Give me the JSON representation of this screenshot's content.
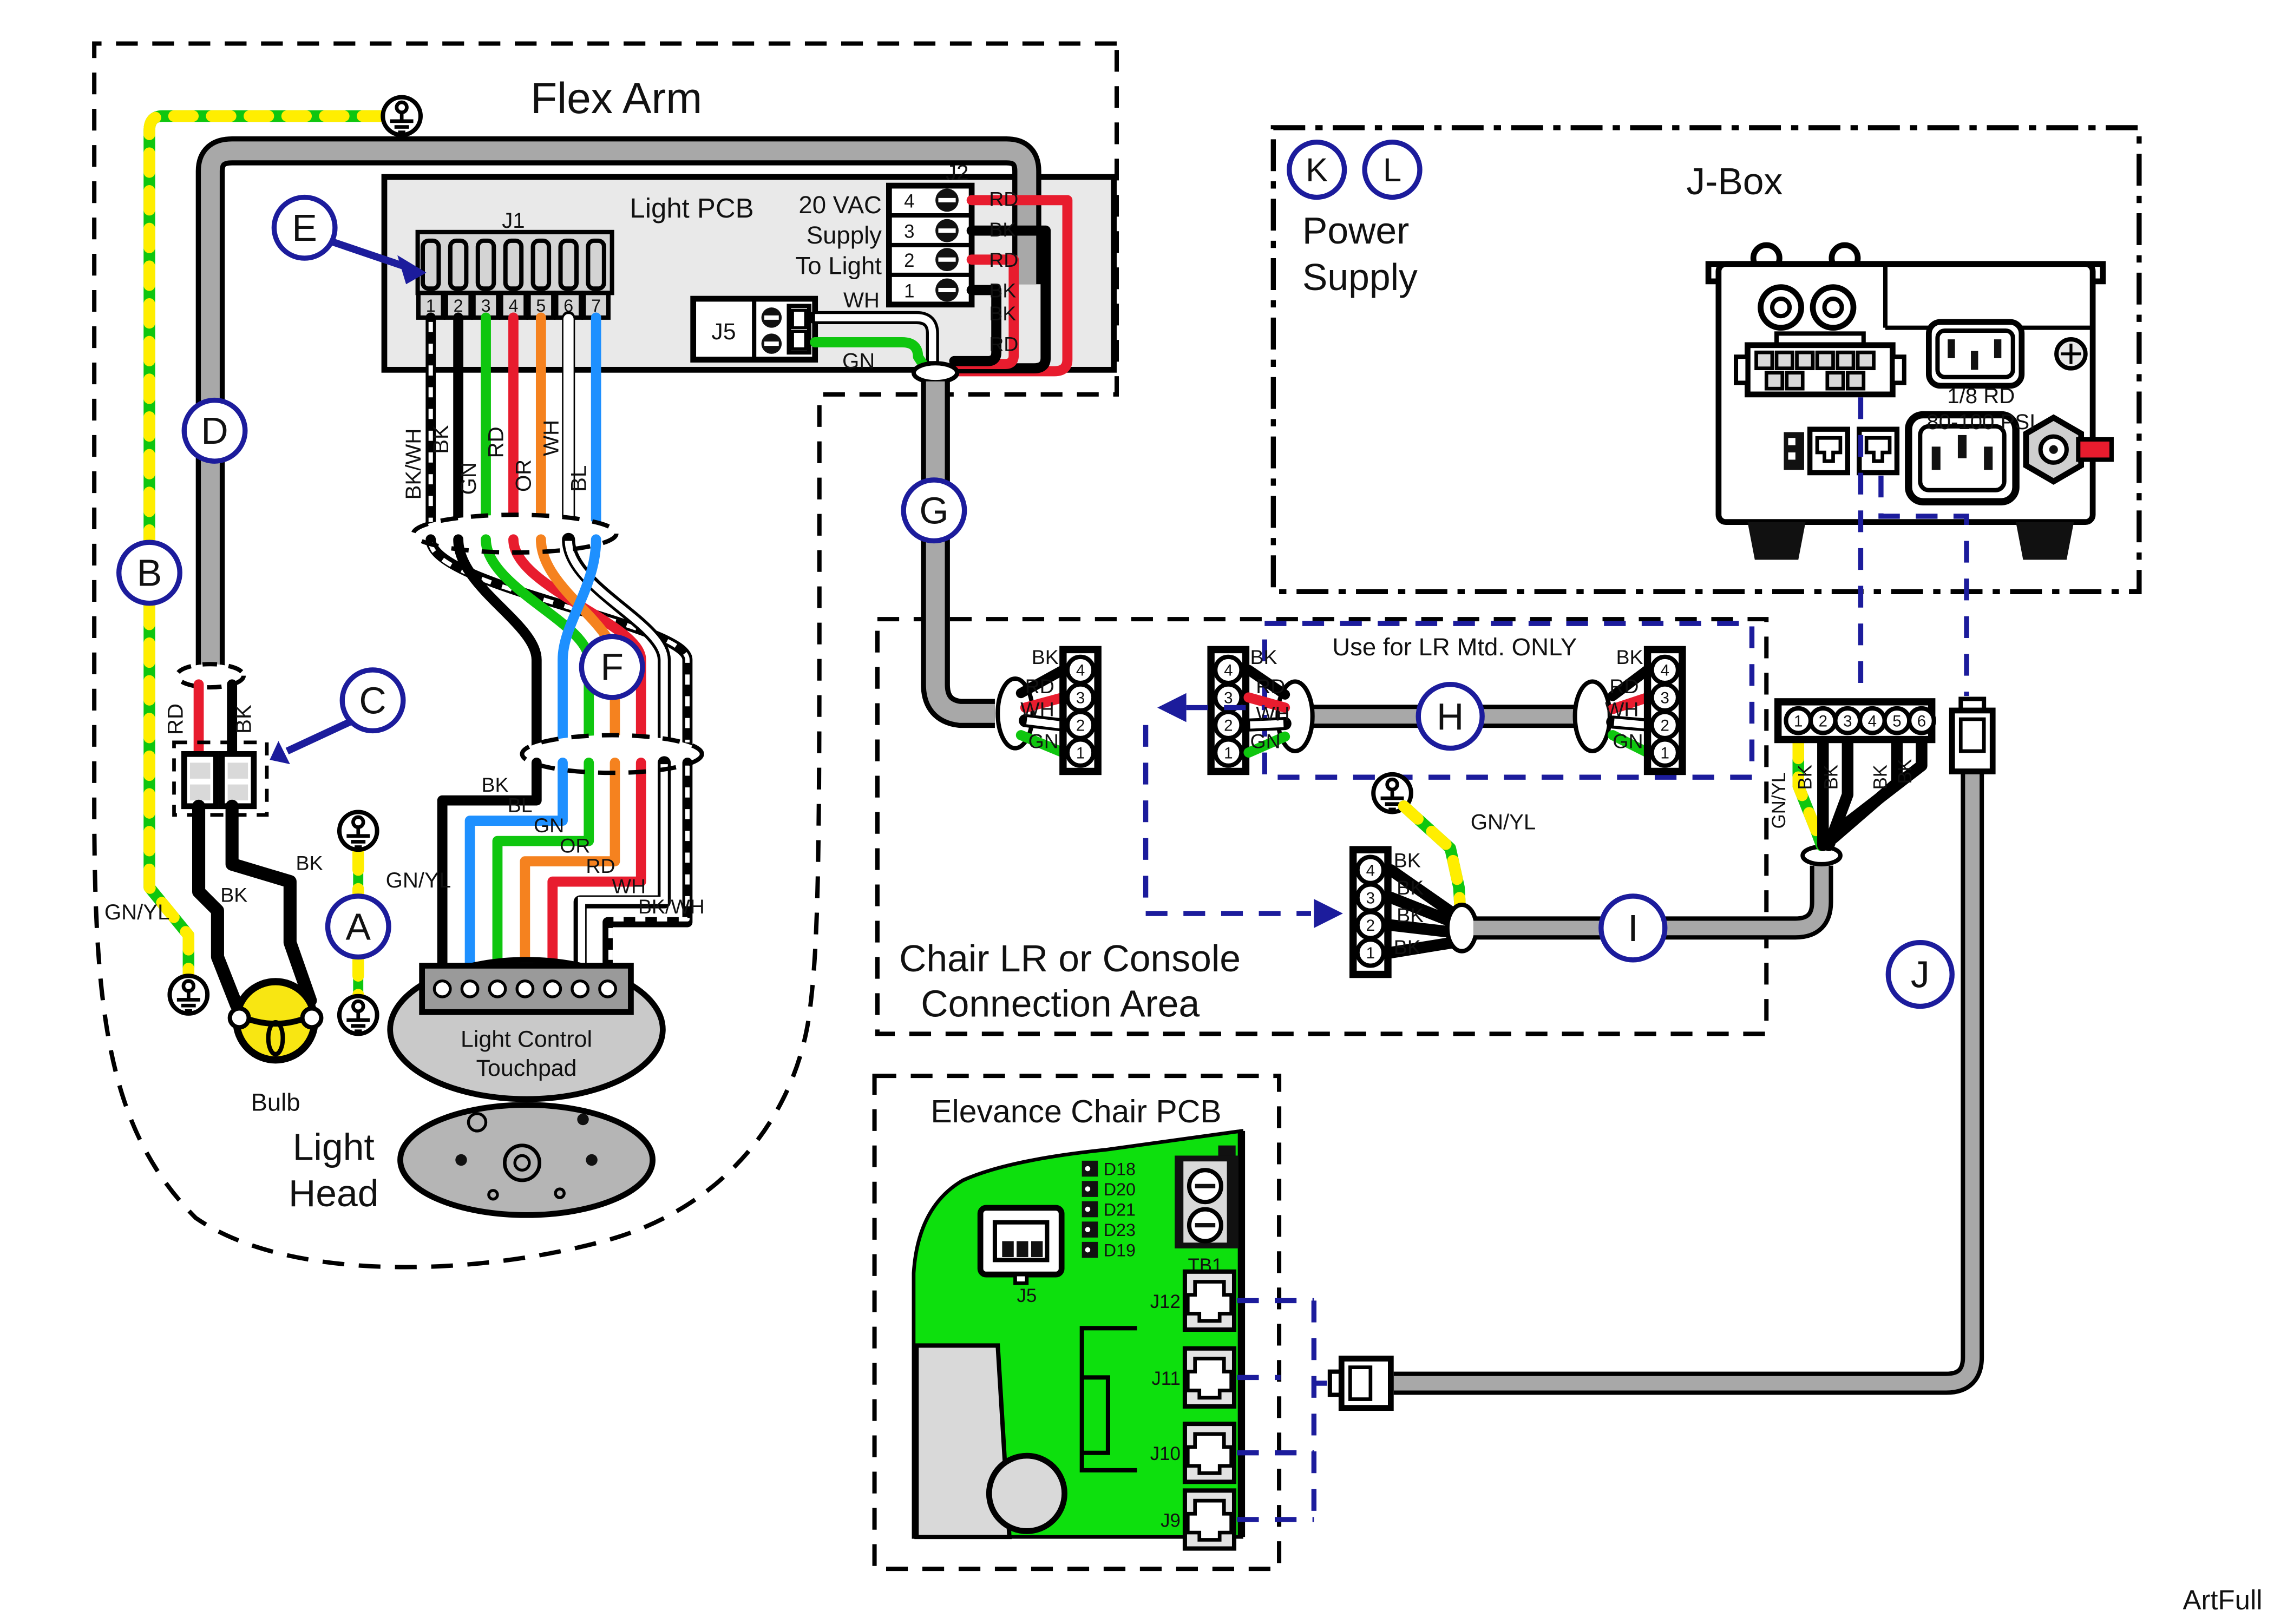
{
  "watermark": "ArtFull",
  "callouts": {
    "a": "A",
    "b": "B",
    "c": "C",
    "d": "D",
    "e": "E",
    "f": "F",
    "g": "G",
    "h": "H",
    "i": "I",
    "j": "J",
    "k": "K",
    "l": "L"
  },
  "flex_arm": {
    "title": "Flex Arm"
  },
  "light_pcb": {
    "title": "Light PCB",
    "supply_line1": "20 VAC",
    "supply_line2": "Supply",
    "supply_line3": "To Light",
    "j1": {
      "label": "J1",
      "pins": [
        "1",
        "2",
        "3",
        "4",
        "5",
        "6",
        "7"
      ],
      "wires": [
        "BK/WH",
        "BK",
        "GN",
        "RD",
        "OR",
        "WH",
        "BL"
      ]
    },
    "j2": {
      "label": "J2",
      "pins": [
        "4",
        "3",
        "2",
        "1"
      ],
      "wire_labels": [
        "RD",
        "BK",
        "RD",
        "BK",
        "BK",
        "RD"
      ]
    },
    "j5": {
      "label": "J5",
      "wire_wh": "WH",
      "wire_gn": "GN"
    }
  },
  "light_head": {
    "label_line1": "Light",
    "label_line2": "Head",
    "bulb": "Bulb",
    "bulb_wire1": "BK",
    "bulb_wire2": "BK",
    "socket_wire_rd": "RD",
    "socket_wire_bk": "BK",
    "ground_wire_left": "GN/YL",
    "ground_wire_a": "GN/YL"
  },
  "touchpad": {
    "line1": "Light Control",
    "line2": "Touchpad",
    "wires": [
      "BK",
      "BL",
      "GN",
      "OR",
      "RD",
      "WH",
      "BK/WH"
    ]
  },
  "power_supply": {
    "line1": "Power",
    "line2": "Supply"
  },
  "jbox": {
    "title": "J-Box",
    "fitting_line1": "1/8 RD",
    "fitting_line2": "80-100 PSI"
  },
  "chair_area": {
    "line1": "Chair LR or Console",
    "line2": "Connection Area",
    "note": "Use for LR Mtd. ONLY"
  },
  "conn_g": {
    "pins": [
      "4",
      "3",
      "2",
      "1"
    ],
    "wires": [
      "BK",
      "RD",
      "WH",
      "GN"
    ]
  },
  "conn_h_left": {
    "pins": [
      "4",
      "3",
      "2",
      "1"
    ],
    "wires": [
      "BK",
      "RD",
      "WH",
      "GN"
    ]
  },
  "conn_h_right": {
    "pins": [
      "4",
      "3",
      "2",
      "1"
    ],
    "wires": [
      "BK",
      "RD",
      "WH",
      "GN"
    ]
  },
  "conn_i": {
    "pins": [
      "4",
      "3",
      "2",
      "1"
    ],
    "wires": [
      "BK",
      "BK",
      "BK",
      "BK"
    ],
    "ground_wire": "GN/YL"
  },
  "conn_j": {
    "pins": [
      "1",
      "2",
      "3",
      "4",
      "5",
      "6"
    ],
    "wires": [
      "GN/YL",
      "BK",
      "BK",
      "BK",
      "BK"
    ]
  },
  "chair_pcb": {
    "title": "Elevance Chair PCB",
    "j5": "J5",
    "leds": [
      "D18",
      "D20",
      "D21",
      "D23",
      "D19"
    ],
    "tb1": "TB1",
    "jacks": [
      "J12",
      "J11",
      "J10",
      "J9"
    ]
  },
  "colors": {
    "accent_navy": "#1c1c9c",
    "wire_green": "#0fc60f",
    "wire_yellow": "#ffee00",
    "wire_red": "#e81c2e",
    "wire_orange": "#f5821f",
    "wire_blue": "#1e90ff",
    "cable_gray": "#a8a8a8",
    "pcb_green": "#0de00d",
    "bulb_yellow": "#f8e612"
  }
}
